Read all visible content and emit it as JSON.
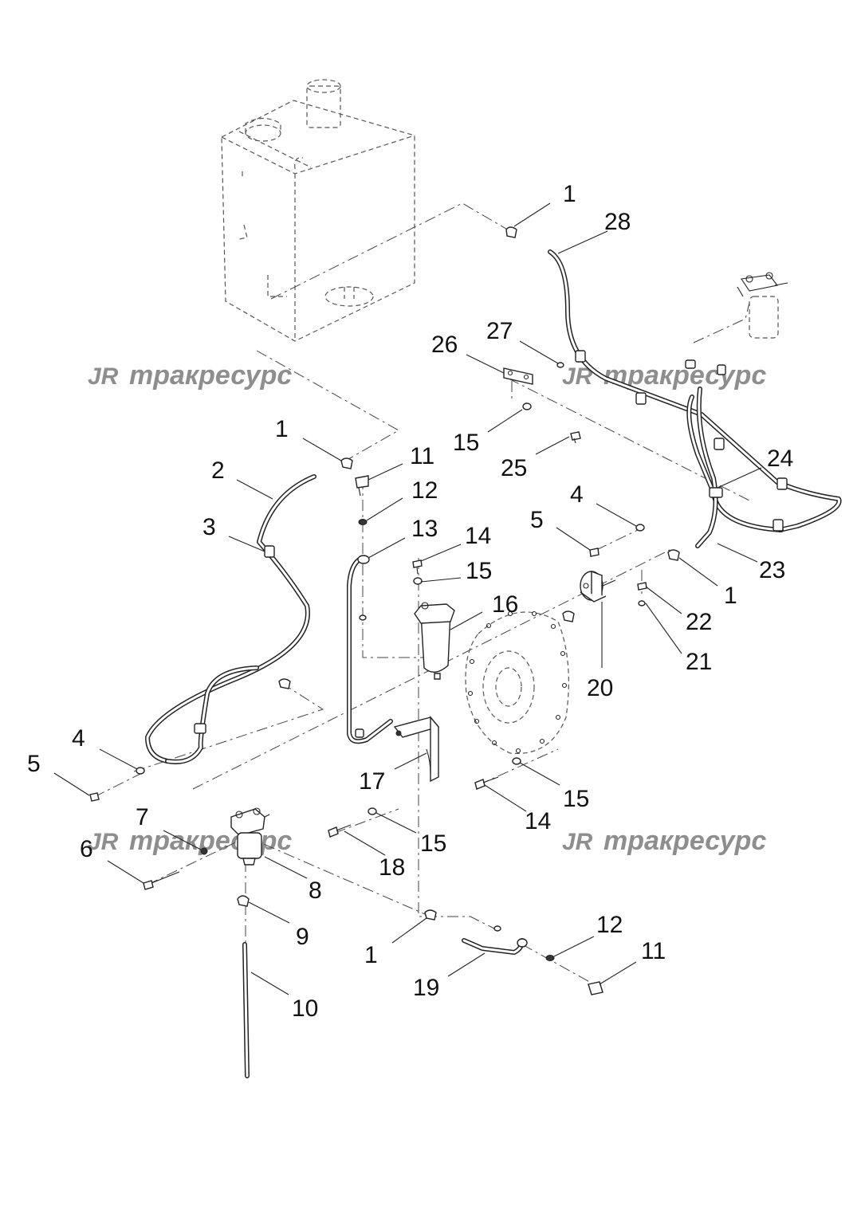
{
  "watermark": {
    "logo_text": "JR",
    "brand_text": "тракресурс"
  },
  "callouts": {
    "c1a": "1",
    "c28": "28",
    "c27": "27",
    "c26": "26",
    "c15a": "15",
    "c25": "25",
    "c24": "24",
    "c1b": "1",
    "c11a": "11",
    "c12a": "12",
    "c2": "2",
    "c13": "13",
    "c3": "3",
    "c14a": "14",
    "c15b": "15",
    "c4a": "4",
    "c5a": "5",
    "c23": "23",
    "c1c": "1",
    "c16": "16",
    "c22": "22",
    "c21": "21",
    "c20": "20",
    "c4b": "4",
    "c5b": "5",
    "c17": "17",
    "c15c": "15",
    "c7": "7",
    "c14b": "14",
    "c6": "6",
    "c15d": "15",
    "c18": "18",
    "c8": "8",
    "c9": "9",
    "c12b": "12",
    "c1d": "1",
    "c11b": "11",
    "c19": "19",
    "c10": "10"
  }
}
